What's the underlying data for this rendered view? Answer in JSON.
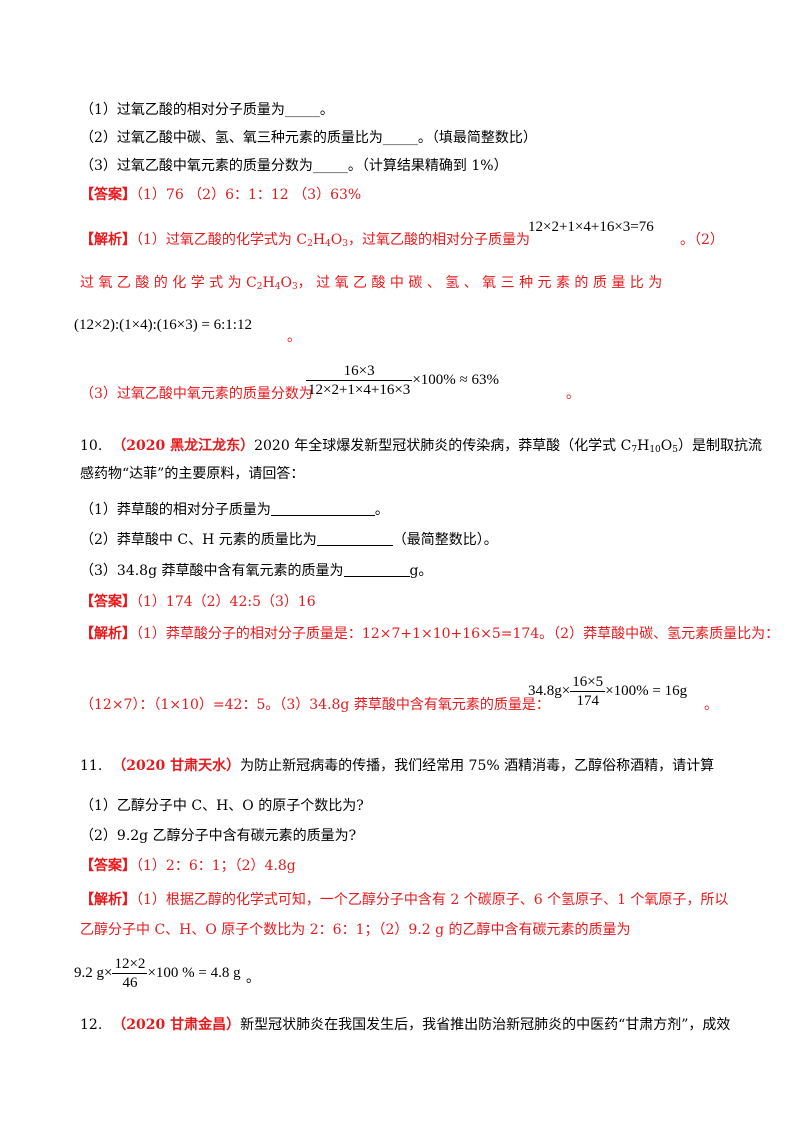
{
  "q9": {
    "part1": "（1）过氧乙酸的相对分子质量为_____。",
    "part2": "（2）过氧乙酸中碳、氢、氧三种元素的质量比为_____。（填最简整数比）",
    "part3": "（3）过氧乙酸中氧元素的质量分数为_____。（计算结果精确到 1%）",
    "answer_tag": "【答案】",
    "answer": "（1）76 （2）6：1：12 （3）63%",
    "analysis_tag": "【解析】",
    "analysis_1": "（1）过氧乙酸的化学式为 C",
    "analysis_1b": "，过氧乙酸的相对分子质量为",
    "formula_mw": "12×2+1×4+16×3=76",
    "analysis_1c": "。（2）",
    "analysis_2": "过 氧 乙 酸 的 化 学 式 为  C",
    "analysis_2b": "， 过 氧 乙 酸 中 碳 、 氢 、 氧 三 种 元 素 的 质 量 比 为",
    "ratio_formula": "(12×2):(1×4):(16×3) = 6:1:12",
    "period": "。",
    "analysis_3": "（3）过氧乙酸中氧元素的质量分数为",
    "frac3_num": "16×3",
    "frac3_den": "12×2+1×4+16×3",
    "frac3_tail": "×100% ≈ 63%"
  },
  "q10": {
    "number": "10.",
    "source": "（2020 黑龙江龙东）",
    "stem_a": "2020 年全球爆发新型冠状肺炎的传染病，莽草酸（化学式 C",
    "stem_b": "）是制取抗流",
    "stem_line2": "感药物“达菲”的主要原料，请回答：",
    "part1": "（1）莽草酸的相对分子质量为",
    "part1_end": "。",
    "part2": "（2）莽草酸中 C、H 元素的质量比为",
    "part2_end": "（最简整数比）。",
    "part3": "（3）34.8g 莽草酸中含有氧元素的质量为",
    "part3_end": "g。",
    "answer_tag": "【答案】",
    "answer": "（1）174（2）42:5（3）16",
    "analysis_tag": "【解析】",
    "analysis_1": "（1）莽草酸分子的相对分子质量是：12×7+1×10+16×5=174。（2）莽草酸中碳、氢元素质量比为：",
    "analysis_2": "（12×7）：（1×10）=42：5。（3）34.8g 莽草酸中含有氧元素的质量是：",
    "formula_lead": "34.8g×",
    "frac_num": "16×5",
    "frac_den": "174",
    "formula_tail": "×100% = 16g",
    "period": "。"
  },
  "q11": {
    "number": "11.",
    "source": "（2020 甘肃天水）",
    "stem": "为防止新冠病毒的传播，我们经常用 75%     酒精消毒，乙醇俗称酒精，请计算",
    "part1": "（1）乙醇分子中 C、H、O 的原子个数比为?",
    "part2": "（2）9.2g 乙醇分子中含有碳元素的质量为?",
    "answer_tag": "【答案】",
    "answer": "（1）2：6：1；（2）4.8g",
    "analysis_tag": "【解析】",
    "analysis_1": "（1）根据乙醇的化学式可知，一个乙醇分子中含有 2 个碳原子、6 个氢原子、1 个氧原子，所以",
    "analysis_2": "乙醇分子中 C、H、O 原子个数比为 2：6：1；（2）9.2 g 的乙醇中含有碳元素的质量为",
    "formula_lead": "9.2 g×",
    "frac_num": "12×2",
    "frac_den": "46",
    "formula_tail": "×100 % = 4.8 g",
    "period": "。"
  },
  "q12": {
    "number": "12.",
    "source": "（2020 甘肃金昌）",
    "stem": "新型冠状肺炎在我国发生后，我省推出防治新冠肺炎的中医药“甘肃方剂”，成效"
  },
  "formulas": {
    "c2h4o3": [
      "2",
      "4",
      "3"
    ],
    "c7h10o5": [
      "7",
      "10",
      "5"
    ]
  },
  "colors": {
    "accent_red": "#e8191c",
    "text": "#000000"
  }
}
